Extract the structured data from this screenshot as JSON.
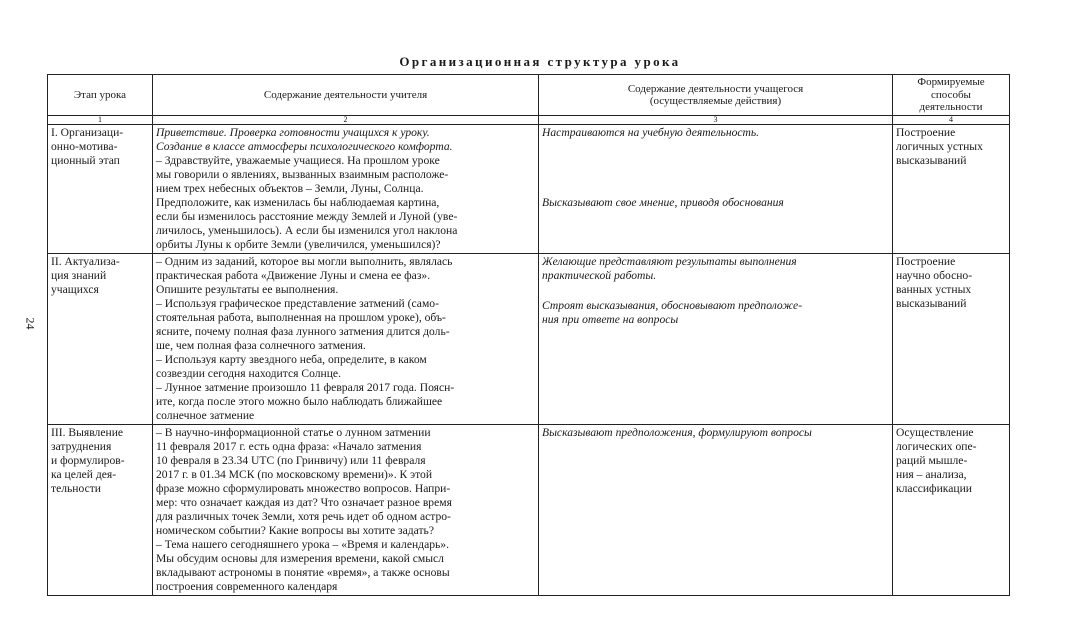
{
  "page_number": "24",
  "title": "Организационная структура урока",
  "headers": {
    "stage": [
      "Этап урока"
    ],
    "teacher": [
      "Содержание деятельности учителя"
    ],
    "student": [
      "Содержание деятельности учащегося",
      "(осуществляемые действия)"
    ],
    "skills": [
      "Формируемые",
      "способы",
      "деятельности"
    ]
  },
  "column_numbers": [
    "1",
    "2",
    "3",
    "4"
  ],
  "rows": [
    {
      "stage": [
        "I. Организаци-",
        "онно-мотива-",
        "ционный этап"
      ],
      "teacher_italic": [
        "Приветствие. Проверка готовности учащихся к уроку.",
        "Создание в классе атмосферы психологического комфорта."
      ],
      "teacher": [
        "– Здравствуйте, уважаемые учащиеся. На прошлом уроке",
        "мы говорили о явлениях, вызванных взаимным расположе-",
        "нием трех небесных объектов – Земли, Луны, Солнца.",
        "Предположите, как изменилась бы наблюдаемая картина,",
        "если бы изменилось расстояние между Землей и Луной (уве-",
        "личилось, уменьшилось). А если бы изменился угол наклона",
        "орбиты Луны к орбите Земли (увеличился, уменьшился)?"
      ],
      "student_1": [
        "Настраиваются на учебную деятельность."
      ],
      "student_2": [
        "Высказывают свое мнение, приводя обоснования"
      ],
      "skills": [
        "Построение",
        "логичных устных",
        "высказываний"
      ]
    },
    {
      "stage": [
        "II. Актуализа-",
        "ция знаний",
        "учащихся"
      ],
      "teacher": [
        "– Одним из заданий, которое вы могли выполнить, являлась",
        "практическая работа «Движение Луны и смена ее фаз».",
        "Опишите результаты ее выполнения.",
        "– Используя графическое представление затмений (само-",
        "стоятельная работа, выполненная на прошлом уроке), объ-",
        "ясните, почему полная фаза лунного затмения длится доль-",
        "ше, чем полная фаза солнечного затмения.",
        "– Используя карту звездного неба, определите, в каком",
        "созвездии сегодня находится Солнце.",
        "– Лунное затмение произошло 11 февраля 2017 года. Поясн-",
        "ите, когда после этого можно было наблюдать ближайшее",
        "солнечное затмение"
      ],
      "student_1": [
        "Желающие представляют результаты выполнения",
        "практической работы."
      ],
      "student_2": [
        "Строят высказывания, обосновывают предположе-",
        "ния при ответе на вопросы"
      ],
      "skills": [
        "Построение",
        "научно обосно-",
        "ванных устных",
        "высказываний"
      ]
    },
    {
      "stage": [
        "III. Выявление",
        "затруднения",
        "и формулиров-",
        "ка целей дея-",
        "тельности"
      ],
      "teacher": [
        "– В научно-информационной статье о лунном затмении",
        "11 февраля 2017 г. есть одна фраза: «Начало затмения",
        "10 февраля в 23.34 UTC (по Гринвичу) или 11 февраля",
        "2017 г. в 01.34 МСК (по московскому времени)». К этой",
        "фразе можно сформулировать множество вопросов. Напри-",
        "мер: что означает каждая из дат? Что означает разное время",
        "для различных точек Земли, хотя речь идет об одном астро-",
        "номическом событии? Какие вопросы вы хотите задать?",
        "– Тема нашего сегодняшнего урока – «Время и календарь».",
        "Мы обсудим основы для измерения времени, какой смысл",
        "вкладывают астрономы в понятие «время», а также основы",
        "построения современного календаря"
      ],
      "student_1": [
        "Высказывают предположения, формулируют вопросы"
      ],
      "skills": [
        "Осуществление",
        "логических опе-",
        "раций мышле-",
        "ния – анализа,",
        "классификации"
      ]
    }
  ]
}
